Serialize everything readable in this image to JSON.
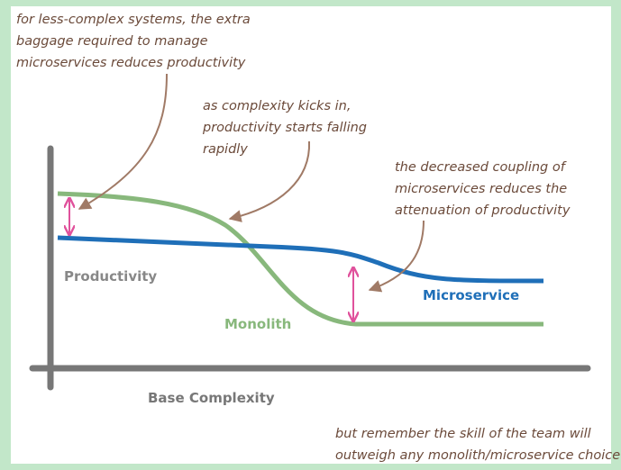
{
  "annotations": {
    "low_complexity": "for less-complex systems, the extra\nbaggage required to manage\nmicroservices reduces productivity",
    "complexity_kicks": "as complexity kicks in,\nproductivity starts falling\nrapidly",
    "decreased_coupling": "the decreased coupling of\nmicroservices reduces the\nattenuation of productivity",
    "team_skill": "but remember the skill of the team will\noutweigh any monolith/microservice choice"
  },
  "axes": {
    "y_label": "Productivity",
    "x_label": "Base Complexity"
  },
  "series": [
    {
      "name": "Monolith",
      "color": "#88b87c"
    },
    {
      "name": "Microservice",
      "color": "#1f6fb8"
    }
  ],
  "colors": {
    "axis": "#777777",
    "arrow": "#a07a66",
    "gap_marker": "#e0529c",
    "border": "#c2e7c9"
  }
}
